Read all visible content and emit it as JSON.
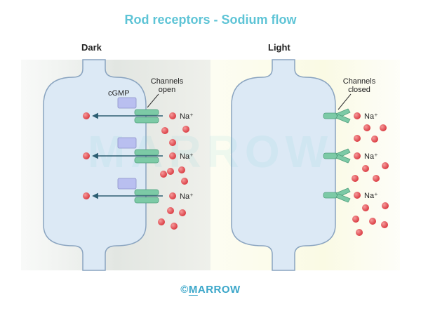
{
  "title": "Rod receptors - Sodium flow",
  "panels": {
    "dark": {
      "label": "Dark",
      "channel_label_line1": "Channels",
      "channel_label_line2": "open",
      "cgmp_label": "cGMP",
      "ion_label": "Na⁺"
    },
    "light": {
      "label": "Light",
      "channel_label_line1": "Channels",
      "channel_label_line2": "closed",
      "ion_label": "Na⁺"
    }
  },
  "watermark": "MARROW",
  "footer": {
    "copyright": "©",
    "brand_first": "M",
    "brand_rest": "ARROW"
  },
  "colors": {
    "title": "#5ec4d6",
    "cell_fill": "#dce9f5",
    "cell_stroke": "#8aa4c0",
    "channel": "#7ccaa6",
    "cgmp": "#b9bff0",
    "sodium": "#e0474c",
    "arrow": "#2e5f73",
    "dark_bg": "#e3e6e3",
    "light_bg": "#fbfbe8"
  }
}
